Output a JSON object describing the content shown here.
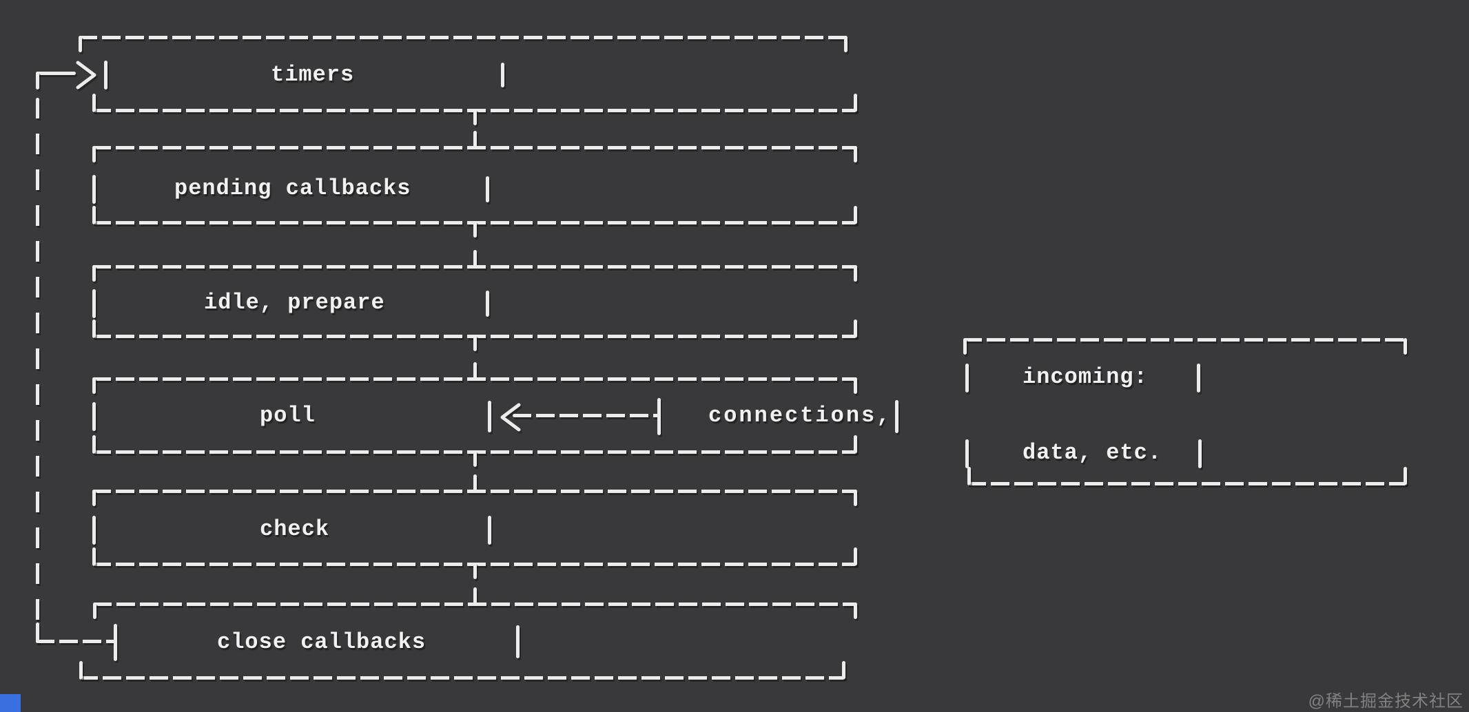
{
  "diagram": {
    "title_hint": "node.js event loop phases",
    "phases": [
      {
        "label": "timers"
      },
      {
        "label": "pending callbacks"
      },
      {
        "label": "idle, prepare"
      },
      {
        "label": "poll"
      },
      {
        "label": "check"
      },
      {
        "label": "close callbacks"
      }
    ],
    "side_box": {
      "line1": "incoming:",
      "arrow_label": "connections,",
      "line2": "data, etc."
    }
  },
  "watermark": {
    "text": "@稀土掘金技术社区"
  },
  "colors": {
    "background": "#39393b",
    "stroke": "#ececec",
    "text": "#f1f1f1",
    "watermark": "#bebebe",
    "corner_chip_blue": "#3a6fe0"
  }
}
